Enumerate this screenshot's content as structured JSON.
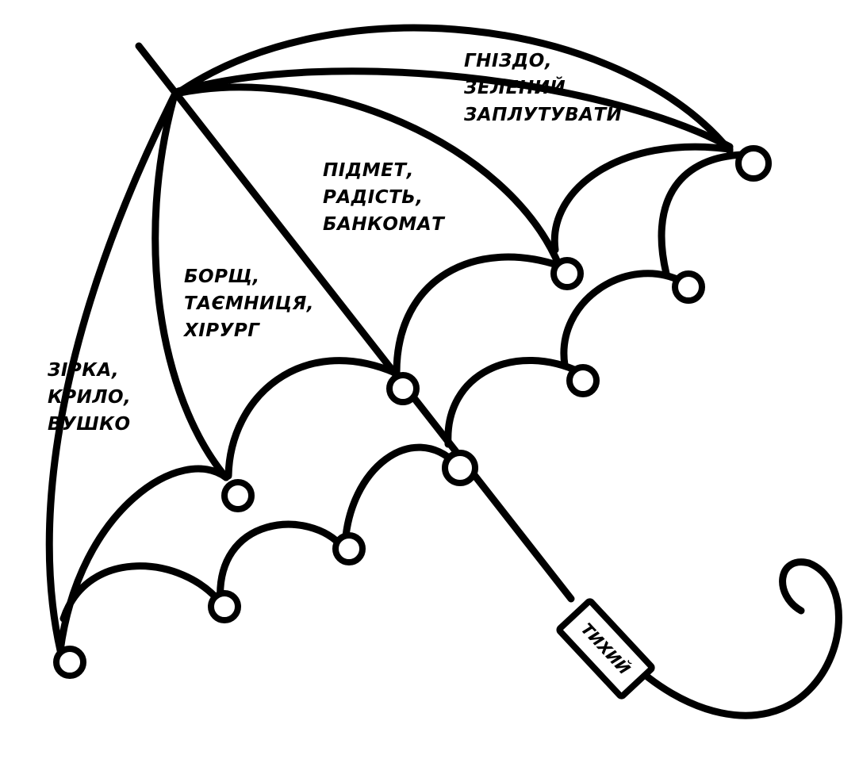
{
  "panels": [
    {
      "words": [
        "ЗІРКА,",
        "КРИЛО,",
        "ВУШКО"
      ]
    },
    {
      "words": [
        "БОРЩ,",
        "ТАЄМНИЦЯ,",
        "ХІРУРГ"
      ]
    },
    {
      "words": [
        "ПІДМЕТ,",
        "РАДІСТЬ,",
        "БАНКОМАТ"
      ]
    },
    {
      "words": [
        "ГНІЗДО,",
        "ЗЕЛЕНИЙ,",
        "ЗАПЛУТУВАТИ"
      ]
    }
  ],
  "handle": {
    "word": "ТИХИЙ"
  }
}
